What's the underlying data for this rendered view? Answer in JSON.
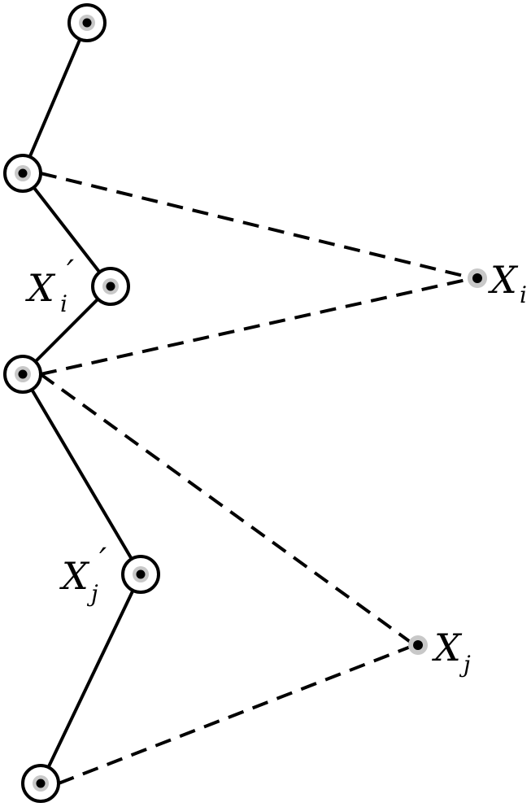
{
  "labels": {
    "xi_prime": {
      "main": "X",
      "sub": "i",
      "prime": "′"
    },
    "xj_prime": {
      "main": "X",
      "sub": "j",
      "prime": "′"
    },
    "xi": {
      "main": "X",
      "sub": "i"
    },
    "xj": {
      "main": "X",
      "sub": "j"
    }
  },
  "colors": {
    "stroke": "#000000",
    "halo": "#c8c8c8",
    "background": "#ffffff"
  }
}
